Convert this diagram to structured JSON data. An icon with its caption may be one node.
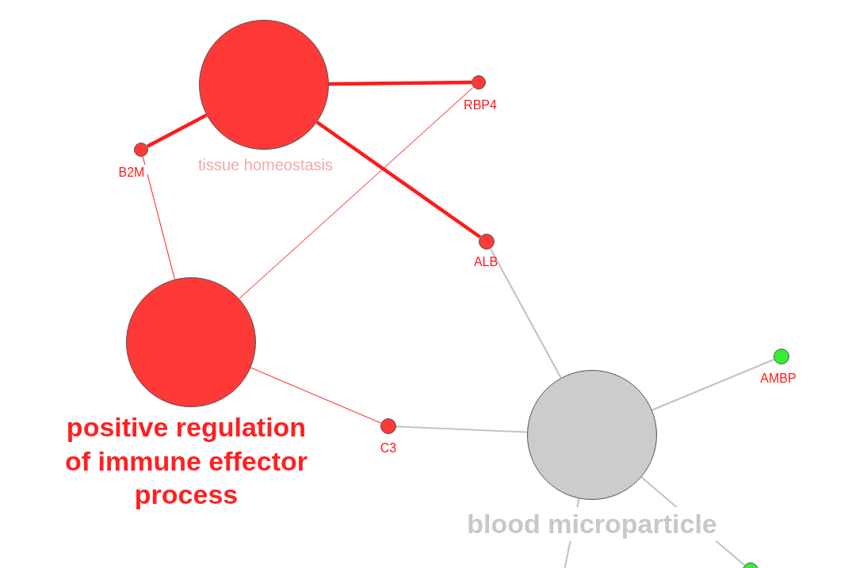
{
  "diagram": {
    "nodes": [
      {
        "text": [
          "tissue homeostasis"
        ]
      },
      {
        "text": [
          "B2M"
        ]
      },
      {
        "text": [
          "RBP4"
        ]
      },
      {
        "text": [
          "ALB"
        ]
      },
      {
        "text": [
          "positive regulation of immune effector process"
        ]
      },
      {
        "text": [
          "C3"
        ]
      },
      {
        "text": [
          "blood microparticle"
        ]
      },
      {
        "text": [
          "AMBP"
        ]
      },
      {
        "text": [],
        "shape": "circle"
      }
    ],
    "edges": [
      {
        "from": 0,
        "to": 2,
        "arrow": "none",
        "style": "thick"
      },
      {
        "from": 0,
        "to": 1,
        "arrow": "none",
        "style": "thick"
      },
      {
        "from": 0,
        "to": 3,
        "arrow": "none",
        "style": "thick"
      },
      {
        "from": 4,
        "to": 1,
        "arrow": "none"
      },
      {
        "from": 4,
        "to": 2,
        "arrow": "none"
      },
      {
        "from": 4,
        "to": 5,
        "arrow": "none"
      },
      {
        "from": 3,
        "to": 6,
        "arrow": "none",
        "color": "#c4c4c4"
      },
      {
        "from": 5,
        "to": 6,
        "arrow": "none",
        "color": "#c4c4c4"
      },
      {
        "from": 7,
        "to": 6,
        "arrow": "none",
        "color": "#c4c4c4"
      },
      {
        "from": 6,
        "to": 8,
        "arrow": "none",
        "color": "#c4c4c4"
      },
      {
        "from": 6,
        "to": null,
        "arrow": "none",
        "color": "#c4c4c4"
      }
    ]
  }
}
